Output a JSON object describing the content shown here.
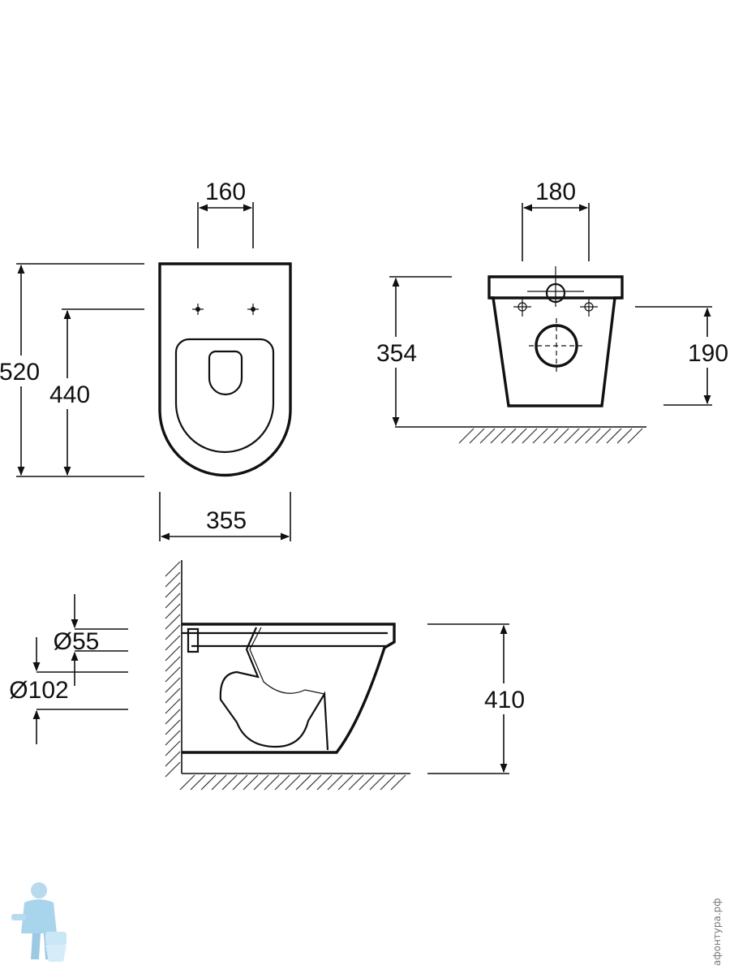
{
  "top_view": {
    "hole_spacing": "160",
    "total_length": "520",
    "bowl_length": "440",
    "width": "355"
  },
  "rear_view": {
    "hole_spacing": "180",
    "height": "354",
    "outlet_height": "190"
  },
  "side_view": {
    "inlet_diameter": "Ø55",
    "outlet_diameter": "Ø102",
    "height": "410"
  },
  "watermark": {
    "text": "афонтура.рф",
    "icon": "plumber-mascot-icon"
  }
}
